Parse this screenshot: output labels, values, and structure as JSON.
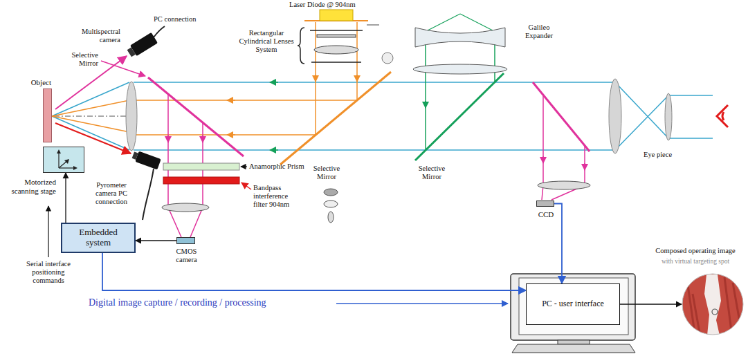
{
  "diagram": {
    "nodes": [
      {
        "text": [
          "Object"
        ]
      },
      {
        "text": [
          "Motorized scanning stage"
        ]
      },
      {
        "text": [
          "Embedded system"
        ]
      },
      {
        "text": [
          "CMOS camera"
        ]
      },
      {
        "text": [
          "CCD"
        ]
      },
      {
        "text": [
          "PC - user interface"
        ]
      },
      {
        "text": [
          "Composed operating image",
          "with virtual targeting spot"
        ]
      }
    ],
    "edges": [
      {
        "from": 3,
        "to": 2,
        "arrow": "to"
      },
      {
        "from": 2,
        "to": 1,
        "arrow": "to"
      },
      {
        "from": 2,
        "to": 5,
        "arrow": "to"
      },
      {
        "from": 4,
        "to": 5,
        "arrow": "to"
      },
      {
        "from": 5,
        "to": 6,
        "arrow": "to"
      }
    ],
    "labels": [
      "Laser Diode @ 904nm",
      "Rectangular Cylindrical Lenses System",
      "Galileo Expander",
      "Multispectral camera",
      "PC connection",
      "Selective Mirror",
      "Pyrometer camera PC connection",
      "Anamorphic Prism",
      "Bandpass interference filter 904nm",
      "Selective Mirror",
      "Selective Mirror",
      "Eye piece",
      "Serial interface positioning commands",
      "Digital image capture / recording / processing"
    ]
  }
}
